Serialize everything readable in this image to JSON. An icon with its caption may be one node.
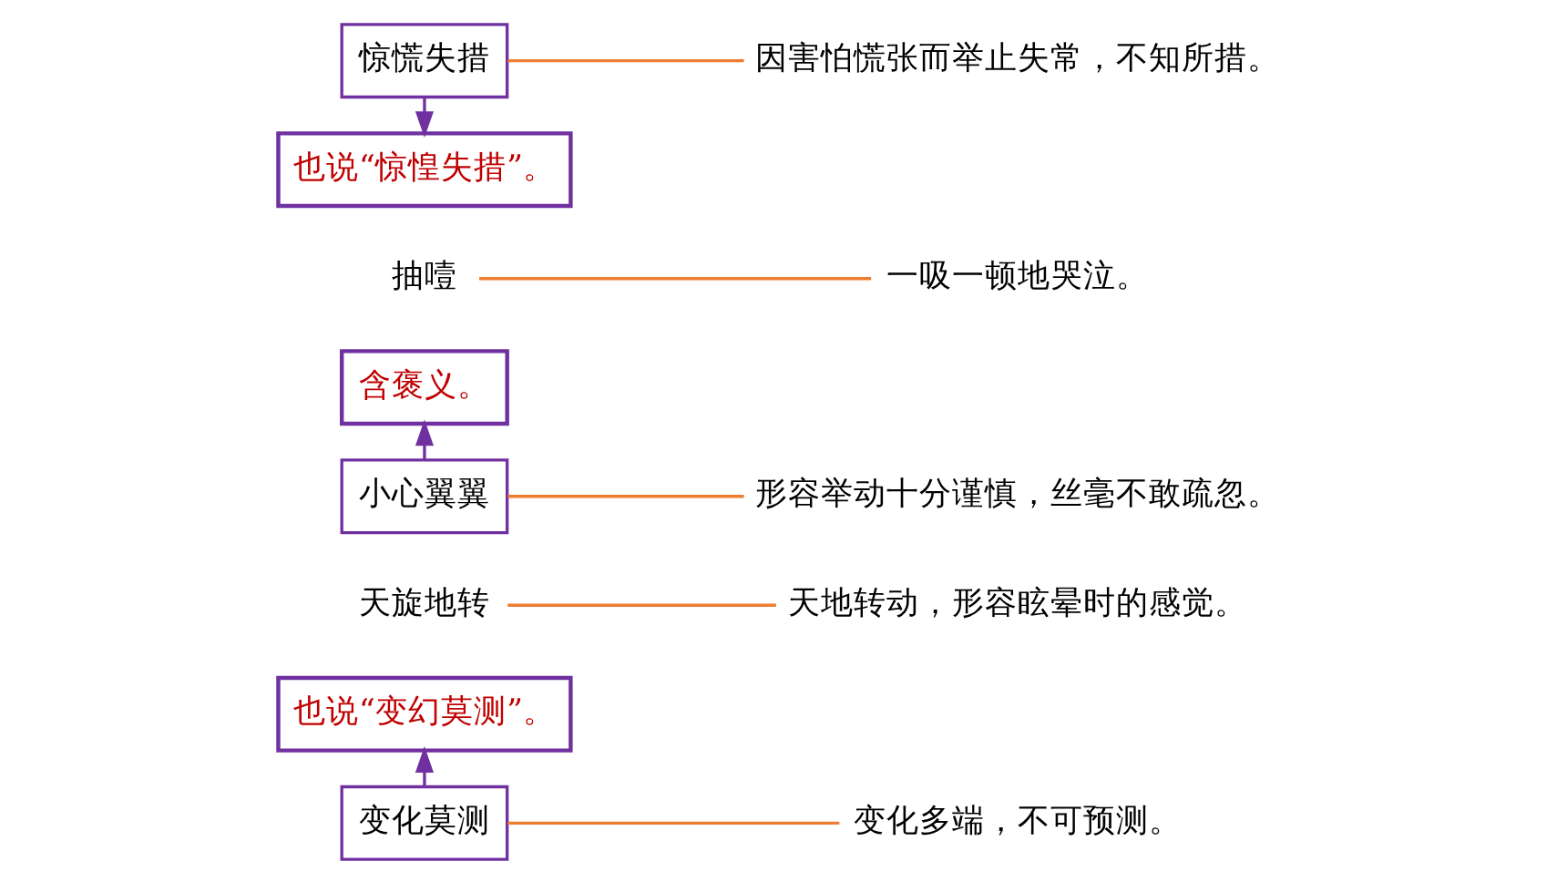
{
  "diagram": {
    "nodes": [
      {
        "text": [
          "也说“变幻莫测”。"
        ]
      },
      {
        "text": [
          "天旋地转"
        ]
      },
      {
        "text": [
          "变化莫测"
        ]
      },
      {
        "text": [
          "含褒义。"
        ]
      },
      {
        "text": [
          "小心翼翼"
        ]
      },
      {
        "text": [
          "抽噎"
        ]
      },
      {
        "text": [
          "惊慌失措"
        ]
      },
      {
        "text": [
          "也说“惊惶失措”。"
        ]
      },
      {
        "text": [
          "因害怕慌张而举止失常，不知所措。"
        ]
      },
      {
        "text": [
          "天地转动，形容眩晕时的感觉。"
        ]
      },
      {
        "text": [
          "变化多端，不可预测。"
        ]
      },
      {
        "text": [
          "形容举动十分谨慎，丝毫不敢疏忽。"
        ]
      },
      {
        "text": [
          "一吸一顿地哭泣。"
        ]
      }
    ],
    "edges": [
      {
        "from": 2,
        "to": 0,
        "arrow": "to",
        "color": "#7030a0"
      },
      {
        "from": 4,
        "to": 3,
        "arrow": "to",
        "color": "#7030a0"
      },
      {
        "from": 6,
        "to": 7,
        "arrow": "to",
        "color": "#7030a0"
      },
      {
        "from": 1,
        "to": 9,
        "arrow": "none"
      },
      {
        "from": 2,
        "to": 10,
        "arrow": "none"
      },
      {
        "from": 4,
        "to": 11,
        "arrow": "none"
      },
      {
        "from": 5,
        "to": 12,
        "arrow": "none"
      },
      {
        "from": 6,
        "to": 8,
        "arrow": "none"
      }
    ]
  }
}
